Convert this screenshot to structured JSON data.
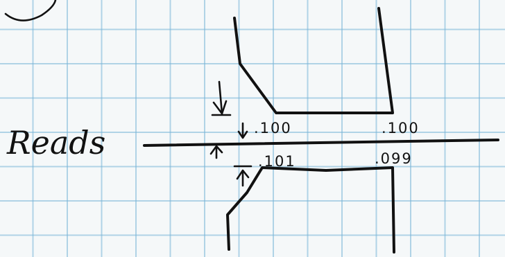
{
  "label": "Reads",
  "readings": {
    "top_left": ".100",
    "top_right": ".100",
    "bottom_left": ".101",
    "bottom_right": ".099"
  }
}
